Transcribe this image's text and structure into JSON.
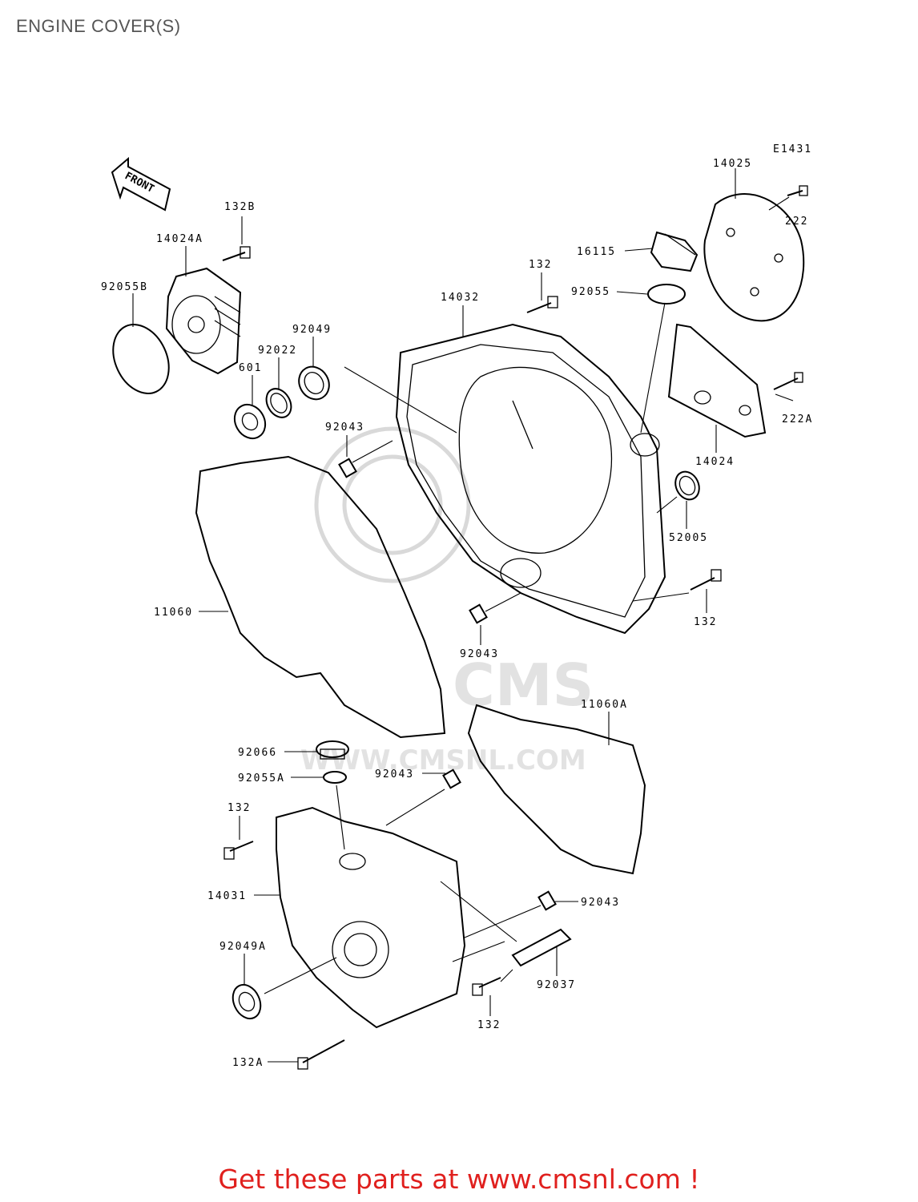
{
  "title": "ENGINE COVER(S)",
  "diagram_code": "E1431",
  "front_label": "FRONT",
  "watermark": {
    "brand": "CMS",
    "url": "WWW.CMSNL.COM"
  },
  "promo": "Get these parts at www.cmsnl.com !",
  "callouts": {
    "c14025": "14025",
    "c222": "222",
    "c132B": "132B",
    "c16115": "16115",
    "c14024A": "14024A",
    "c132_top": "132",
    "c92055": "92055",
    "c92055B": "92055B",
    "c14032": "14032",
    "c92049": "92049",
    "c92022": "92022",
    "c601": "601",
    "c222A": "222A",
    "c92043_a": "92043",
    "c14024": "14024",
    "c52005": "52005",
    "c11060": "11060",
    "c132_right": "132",
    "c92043_b": "92043",
    "c11060A": "11060A",
    "c92066": "92066",
    "c92055A": "92055A",
    "c92043_c": "92043",
    "c132_left": "132",
    "c14031": "14031",
    "c92043_d": "92043",
    "c92049A": "92049A",
    "c92037": "92037",
    "c132_bottom": "132",
    "c132A": "132A"
  }
}
